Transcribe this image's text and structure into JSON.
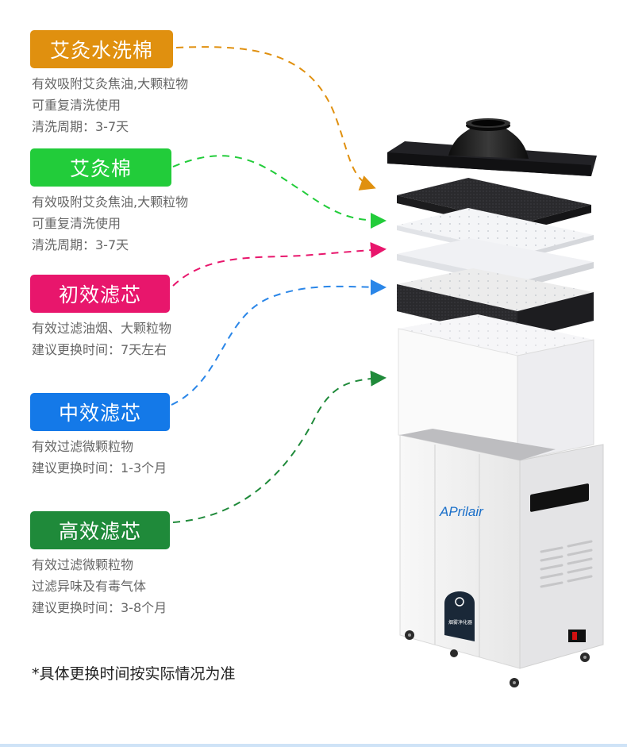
{
  "sections": [
    {
      "label": "艾灸水洗棉",
      "color": "#E0900F",
      "arrow_color": "#E0900F",
      "lines": [
        "有效吸附艾灸焦油,大颗粒物",
        "可重复清洗使用",
        "清洗周期：3-7天"
      ]
    },
    {
      "label": "艾灸棉",
      "color": "#22CC3A",
      "arrow_color": "#22CC3A",
      "lines": [
        "有效吸附艾灸焦油,大颗粒物",
        "可重复清洗使用",
        "清洗周期：3-7天"
      ]
    },
    {
      "label": "初效滤芯",
      "color": "#E8166C",
      "arrow_color": "#E8166C",
      "lines": [
        "有效过滤油烟、大颗粒物",
        "建议更换时间：7天左右"
      ]
    },
    {
      "label": "中效滤芯",
      "color": "#1479E8",
      "arrow_color": "#2A86E8",
      "lines": [
        "有效过滤微颗粒物",
        "建议更换时间：1-3个月"
      ]
    },
    {
      "label": "高效滤芯",
      "color": "#1F8A3A",
      "arrow_color": "#1F8A3A",
      "lines": [
        "有效过滤微颗粒物",
        "过滤异味及有毒气体",
        "建议更换时间：3-8个月"
      ]
    }
  ],
  "brand_logo": "APrilair",
  "device_label": "烟雾净化器",
  "footnote": "*具体更换时间按实际情况为准"
}
